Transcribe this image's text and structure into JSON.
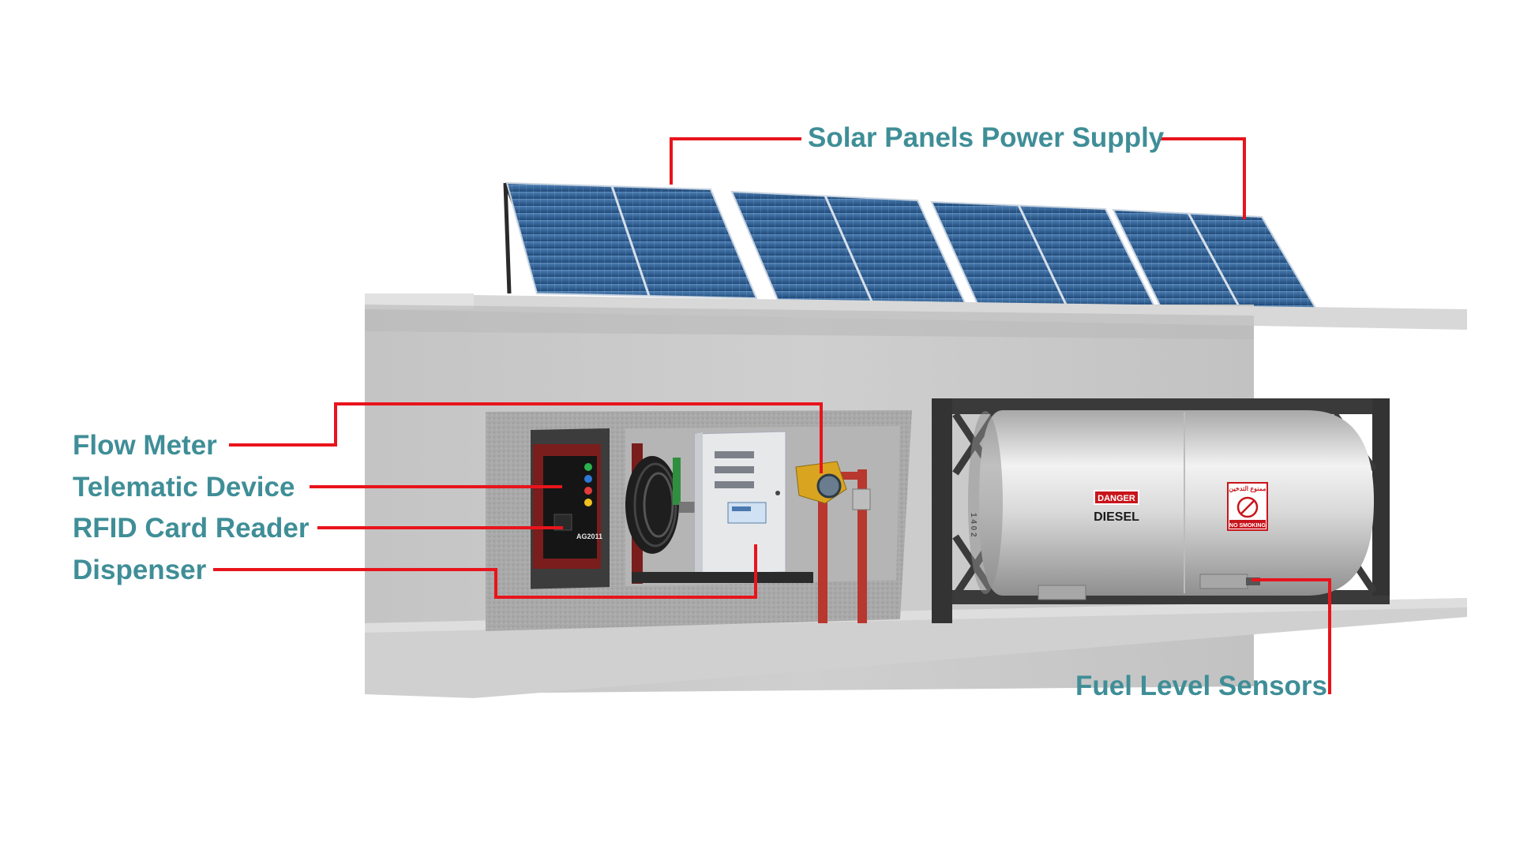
{
  "labels": {
    "solar_panels": "Solar Panels Power Supply",
    "flow_meter": "Flow Meter",
    "telematic_device": "Telematic Device",
    "rfid_card_reader": "RFID Card Reader",
    "dispenser": "Dispenser",
    "fuel_level_sensors": "Fuel Level Sensors"
  },
  "equipment_text": {
    "telematic_model": "AG2011",
    "danger_sign": "DANGER",
    "tank_content": "DIESEL",
    "no_smoking_arabic": "ممنوع التدخين",
    "no_smoking_english": "NO SMOKING",
    "tank_code": "1 4 0 2"
  },
  "colors": {
    "label_text": "#3f8e97",
    "leader_line": "#e8141c",
    "wall": "#c9c9c9",
    "roof": "#d6d6d6",
    "solar_cell": "#2f5f92",
    "tank": "#dcdcdc",
    "frame": "#3a3a3a",
    "pipe": "#c0392b"
  }
}
